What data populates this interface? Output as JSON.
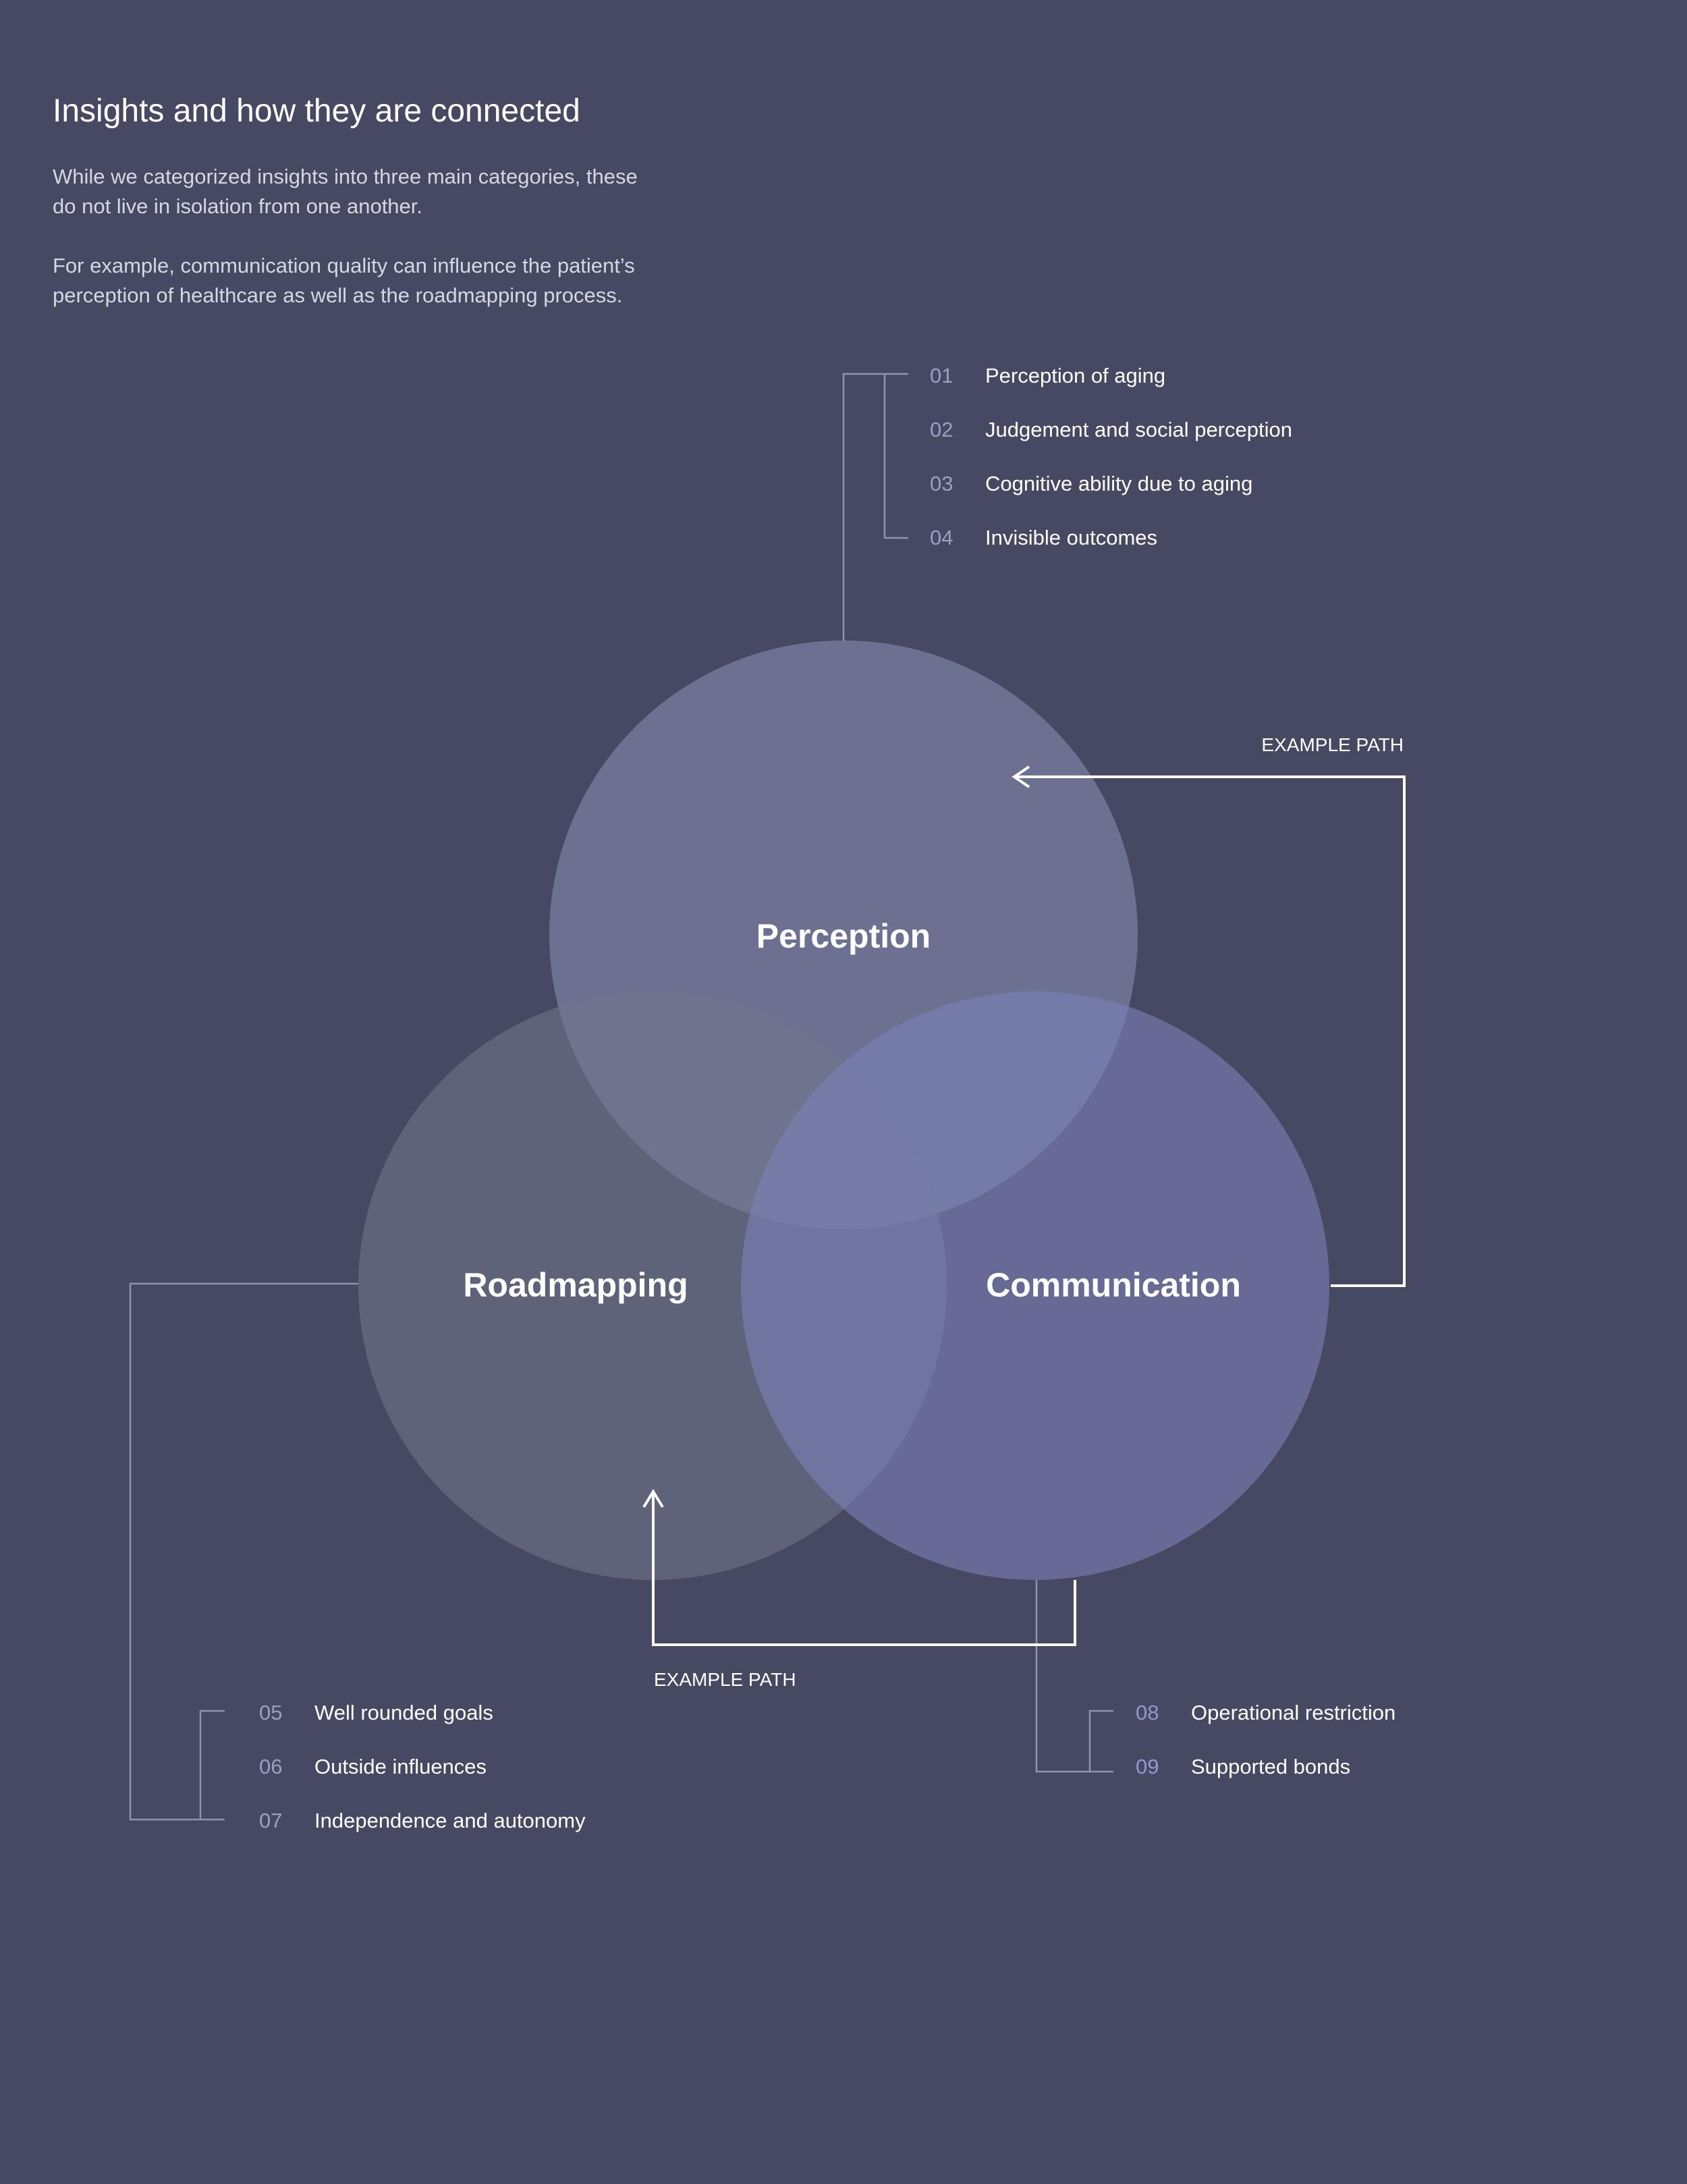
{
  "header": {
    "title": "Insights and how they are connected",
    "paragraphs": [
      "While we categorized insights into three main categories, these do not live in isolation from one another.",
      "For example, communication quality can influence the patient’s perception of healthcare as well as the roadmapping process."
    ]
  },
  "circles": {
    "perception": {
      "label": "Perception",
      "color": "#8a93b8"
    },
    "roadmapping": {
      "label": "Roadmapping",
      "color": "#6f768a"
    },
    "communication": {
      "label": "Communication",
      "color": "#7b82b8"
    }
  },
  "groups": {
    "perception": [
      {
        "num": "01",
        "text": "Perception of aging"
      },
      {
        "num": "02",
        "text": "Judgement and social perception"
      },
      {
        "num": "03",
        "text": "Cognitive ability due to aging"
      },
      {
        "num": "04",
        "text": "Invisible outcomes"
      }
    ],
    "roadmapping": [
      {
        "num": "05",
        "text": "Well rounded goals"
      },
      {
        "num": "06",
        "text": "Outside influences"
      },
      {
        "num": "07",
        "text": "Independence and autonomy"
      }
    ],
    "communication": [
      {
        "num": "08",
        "text": "Operational restriction"
      },
      {
        "num": "09",
        "text": "Supported bonds"
      }
    ]
  },
  "example_paths": {
    "top": "EXAMPLE PATH",
    "bottom": "EXAMPLE PATH"
  },
  "colors": {
    "background": "#474862",
    "connector": "#8f93ad",
    "arrow": "#ffffff"
  }
}
